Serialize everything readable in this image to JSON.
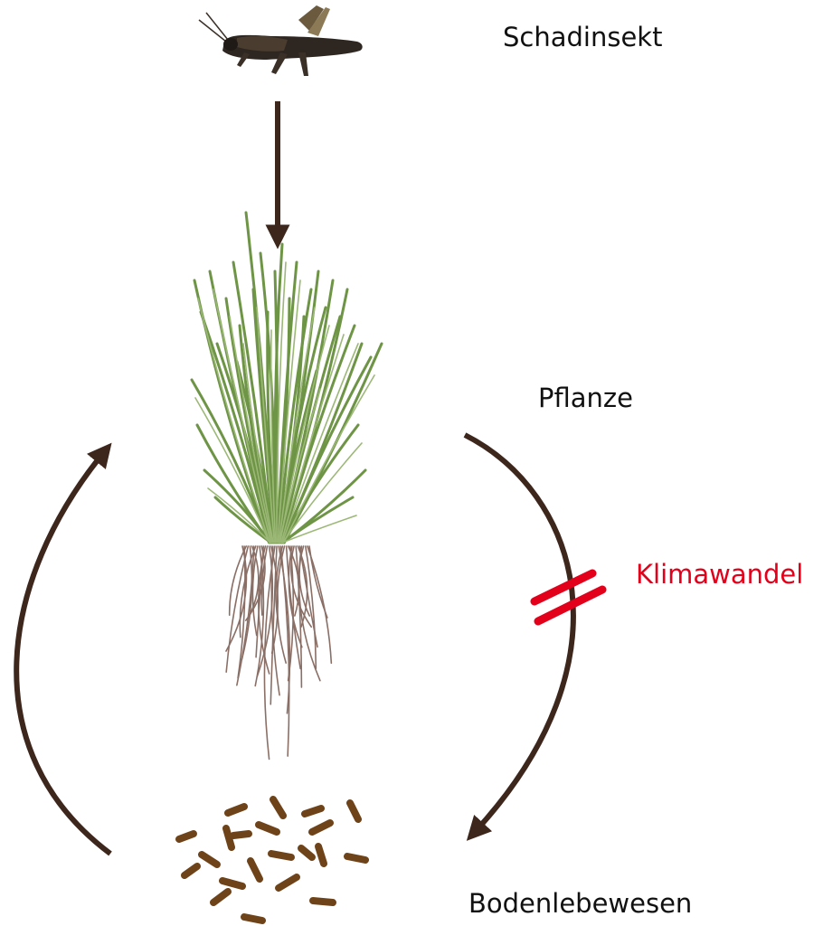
{
  "labels": {
    "insect": "Schadinsekt",
    "plant": "Pflanze",
    "climate": "Klimawandel",
    "soil": "Bodenlebewesen"
  },
  "icons": {
    "insect": "grasshopper-icon",
    "plant": "grass-tuft-icon",
    "soil": "soil-organisms-icon",
    "break": "interruption-mark-icon"
  },
  "colors": {
    "arrow": "#3d261c",
    "climate": "#e2001a",
    "grass": "#6e9446",
    "roots": "#8a6f66",
    "soil": "#6e4319"
  }
}
